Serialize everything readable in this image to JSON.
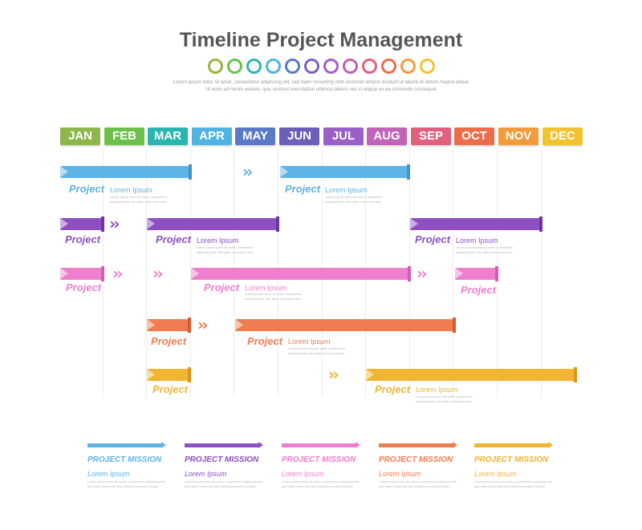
{
  "title": "Timeline Project Management",
  "subtitle_line1": "Lorem ipsum dolor sit amet, consectetur adipiscing elit, sed diam nonummy nibh euismod tempor incidunt ut labore et dolore magna aliqua",
  "subtitle_line2": "Ut enim ad minim veniam, quis nostrud exercitation ullamco laboris nisi ut aliquip ex ea commodo consequat",
  "dot_colors": [
    "#9db340",
    "#6cc04a",
    "#2bb6b0",
    "#4fb4e0",
    "#5a78c7",
    "#7d5fc3",
    "#a55fc8",
    "#c45fb0",
    "#e0607e",
    "#ef6c4a",
    "#f39b3a",
    "#f3c22f"
  ],
  "months": [
    {
      "label": "JAN",
      "color": "#8db74a"
    },
    {
      "label": "FEB",
      "color": "#6cc04a"
    },
    {
      "label": "MAR",
      "color": "#2bb5b0"
    },
    {
      "label": "APR",
      "color": "#4fb3e3"
    },
    {
      "label": "MAY",
      "color": "#5a7ac8"
    },
    {
      "label": "JUN",
      "color": "#6b5fb8"
    },
    {
      "label": "JUL",
      "color": "#9a5fc8"
    },
    {
      "label": "AUG",
      "color": "#c163b8"
    },
    {
      "label": "SEP",
      "color": "#e0607e"
    },
    {
      "label": "OCT",
      "color": "#ef6c4a"
    },
    {
      "label": "NOV",
      "color": "#f39b3a"
    },
    {
      "label": "DEC",
      "color": "#f3c22f"
    }
  ],
  "rows": {
    "r1": {
      "color": "#5fb3e6",
      "project_a": "Project",
      "lorem_a": "Lorem Ipsum",
      "project_b": "Project",
      "lorem_b": "Lorem Ipsum"
    },
    "r2": {
      "color": "#8d4fc2",
      "project_a": "Project",
      "project_b": "Project",
      "lorem_b": "Lorem Ipsum",
      "project_c": "Project",
      "lorem_c": "Lorem Ipsum"
    },
    "r3": {
      "color": "#ee7fd0",
      "project_a": "Project",
      "project_b": "Project",
      "lorem_b": "Lorem Ipsum",
      "project_c": "Project"
    },
    "r4": {
      "color": "#f07d52",
      "project_a": "Project",
      "project_b": "Project",
      "lorem_b": "Lorem Ipsum"
    },
    "r5": {
      "color": "#f2b433",
      "project_a": "Project",
      "project_b": "Project",
      "lorem_b": "Lorem Ipsum"
    }
  },
  "desc_line1": "Lorem ipsum dolor sit amet, consectetur",
  "desc_line2": "adipiscing elit, sed diam nonummy nibh",
  "legend": [
    {
      "title": "PROJECT MISSION",
      "lorem": "Lorem Ipsum",
      "color": "#5fb3e6"
    },
    {
      "title": "PROJECT MISSION",
      "lorem": "Lorem Ipsum",
      "color": "#8d4fc2"
    },
    {
      "title": "PROJECT MISSION",
      "lorem": "Lorem Ipsum",
      "color": "#ee7fd0"
    },
    {
      "title": "PROJECT MISSION",
      "lorem": "Lorem Ipsum",
      "color": "#f07d52"
    },
    {
      "title": "PROJECT MISSION",
      "lorem": "Lorem Ipsum",
      "color": "#f2b433"
    }
  ],
  "legend_desc_line1": "Lorem ipsum dolor sit amet, consectetur adipiscing elit,",
  "legend_desc_line2": "sed diam nonummy nibh euismod tempor incidunt"
}
